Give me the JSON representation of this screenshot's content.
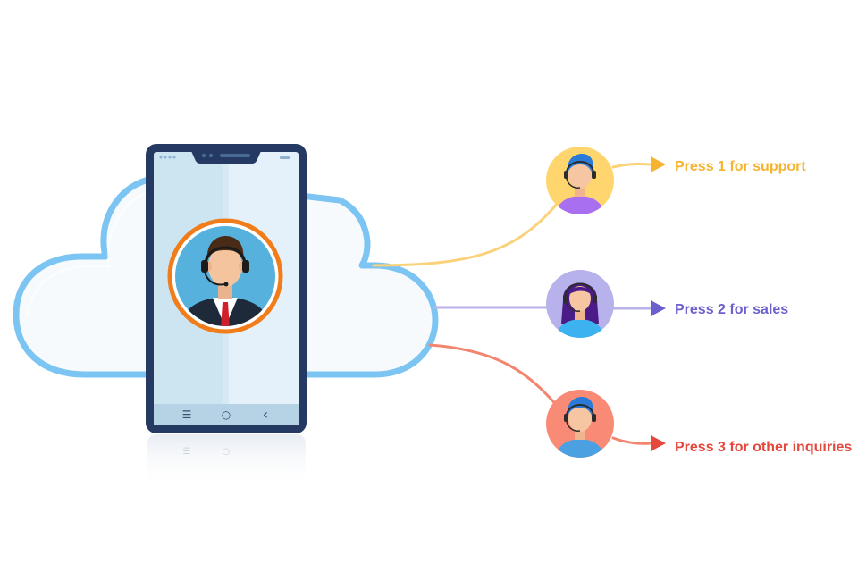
{
  "colors": {
    "cloud_outline": "#7cc5f2",
    "phone_frame": "#243a63",
    "screen_left": "#cde4f1",
    "screen_right": "#e4f1fa",
    "caller_ring": "#f07d1a",
    "caller_bg": "#56b2dd",
    "tie": "#d0202b",
    "support": "#f5b330",
    "support_line": "#fad27a",
    "support_bg": "#ffd56e",
    "sales": "#6a5fcc",
    "sales_line": "#b7b2ea",
    "sales_bg": "#b8b2ec",
    "other": "#e5473c",
    "other_line": "#f28470",
    "other_bg": "#f98b76"
  },
  "icons": {
    "caller": "call-center-agent-icon",
    "agent_support": "support-agent-icon",
    "agent_sales": "sales-agent-icon",
    "agent_other": "inquiries-agent-icon",
    "nav_menu": "menu-icon",
    "nav_home": "home-icon",
    "nav_back": "back-icon"
  },
  "phone": {
    "nav_buttons": [
      "☰",
      "○",
      "‹"
    ]
  },
  "options": [
    {
      "label": "Press 1 for support",
      "color": "#f5b330"
    },
    {
      "label": "Press 2 for sales",
      "color": "#6a5fcc"
    },
    {
      "label": "Press 3 for other inquiries",
      "color": "#e5473c"
    }
  ]
}
